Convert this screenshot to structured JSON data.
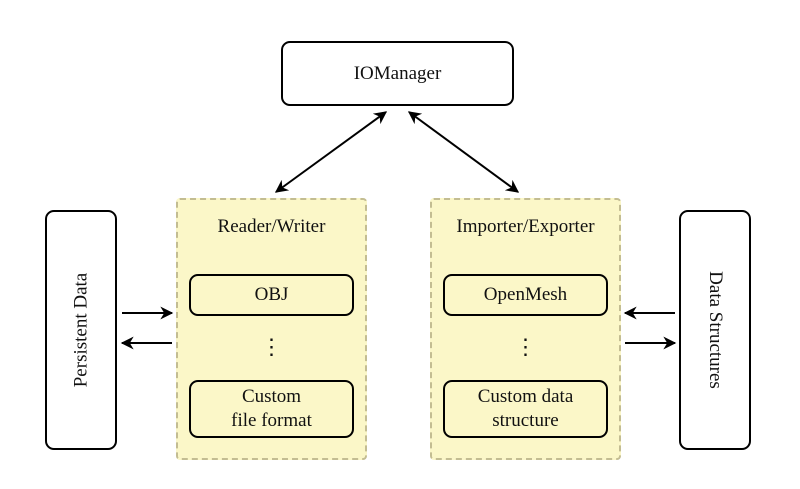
{
  "diagram": {
    "nodes": {
      "io_manager": "IOManager",
      "persistent_data": "Persistent Data",
      "data_structures": "Data Structures"
    },
    "reader_writer": {
      "title": "Reader/Writer",
      "box_top": "OBJ",
      "ellipsis": "⋮",
      "box_bottom_line1": "Custom",
      "box_bottom_line2": "file format"
    },
    "importer_exporter": {
      "title": "Importer/Exporter",
      "box_top": "OpenMesh",
      "ellipsis": "⋮",
      "box_bottom_line1": "Custom data",
      "box_bottom_line2": "structure"
    },
    "colors": {
      "background": "#ffffff",
      "group_fill": "#fbf7c8",
      "group_border": "#c3bd92",
      "node_border": "#000000",
      "arrow": "#000000"
    }
  }
}
